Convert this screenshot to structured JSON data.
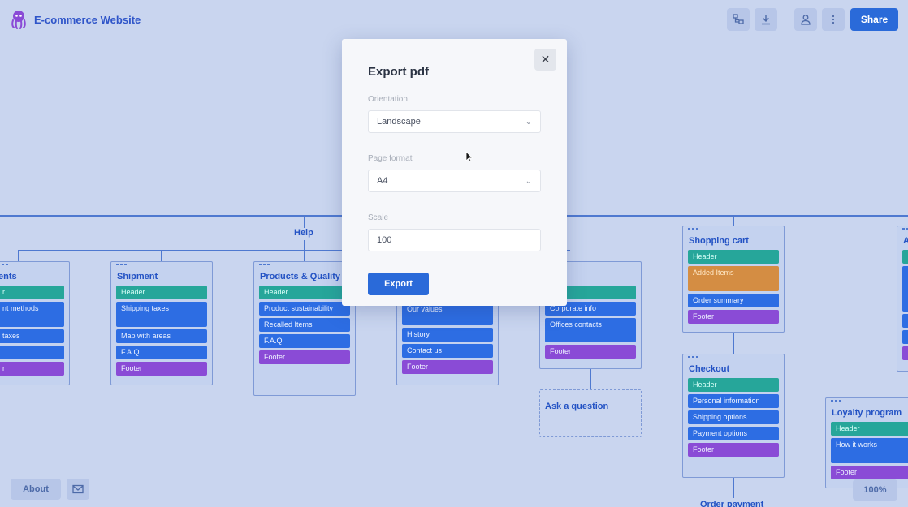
{
  "app": {
    "title": "E-commerce Website",
    "logo_icon": "octopus-icon"
  },
  "toolbar": {
    "icons": [
      "sitemap-icon",
      "download-icon",
      "user-icon",
      "more-vertical-icon"
    ],
    "share_label": "Share"
  },
  "colors": {
    "accent": "#2a6ad9",
    "canvas": "#c9d5ef",
    "header_block": "#26a69a",
    "content_block": "#2d6de3",
    "footer_block": "#8a4bd6",
    "highlight_block": "#d48d43"
  },
  "modal": {
    "title": "Export pdf",
    "close_icon": "close-icon",
    "orientation_label": "Orientation",
    "orientation_value": "Landscape",
    "page_format_label": "Page format",
    "page_format_value": "A4",
    "scale_label": "Scale",
    "scale_value": "100",
    "export_label": "Export"
  },
  "sitemap": {
    "help_label": "Help",
    "cards": {
      "payments": {
        "title": "ents",
        "blocks": [
          "r",
          "nt methods",
          "taxes",
          "",
          "r"
        ]
      },
      "shipment": {
        "title": "Shipment",
        "blocks": [
          "Header",
          "Shipping taxes",
          "Map with areas",
          "F.A.Q",
          "Footer"
        ]
      },
      "products": {
        "title": "Products & Quality",
        "blocks": [
          "Header",
          "Product sustainability",
          "Recalled Items",
          "F.A.Q",
          "Footer"
        ]
      },
      "about": {
        "blocks": [
          "Our values",
          "History",
          "Contact us",
          "Footer"
        ]
      },
      "contacts": {
        "title": "acts",
        "blocks": [
          "er",
          "Corporate info",
          "Offices contacts",
          "Footer"
        ]
      },
      "shopping_cart": {
        "title": "Shopping cart",
        "blocks": [
          "Header",
          "Added Items",
          "Order summary",
          "Footer"
        ]
      },
      "checkout": {
        "title": "Checkout",
        "blocks": [
          "Header",
          "Personal information",
          "Shipping options",
          "Payment options",
          "Footer"
        ]
      },
      "loyalty": {
        "title": "Loyalty program",
        "blocks": [
          "Header",
          "How it works",
          "Footer"
        ]
      },
      "right_edge": {
        "title": "A"
      }
    },
    "ask_question": "Ask a question",
    "order_payment": "Order payment"
  },
  "bottom": {
    "about_label": "About",
    "mail_icon": "mail-icon",
    "zoom": "100%"
  }
}
